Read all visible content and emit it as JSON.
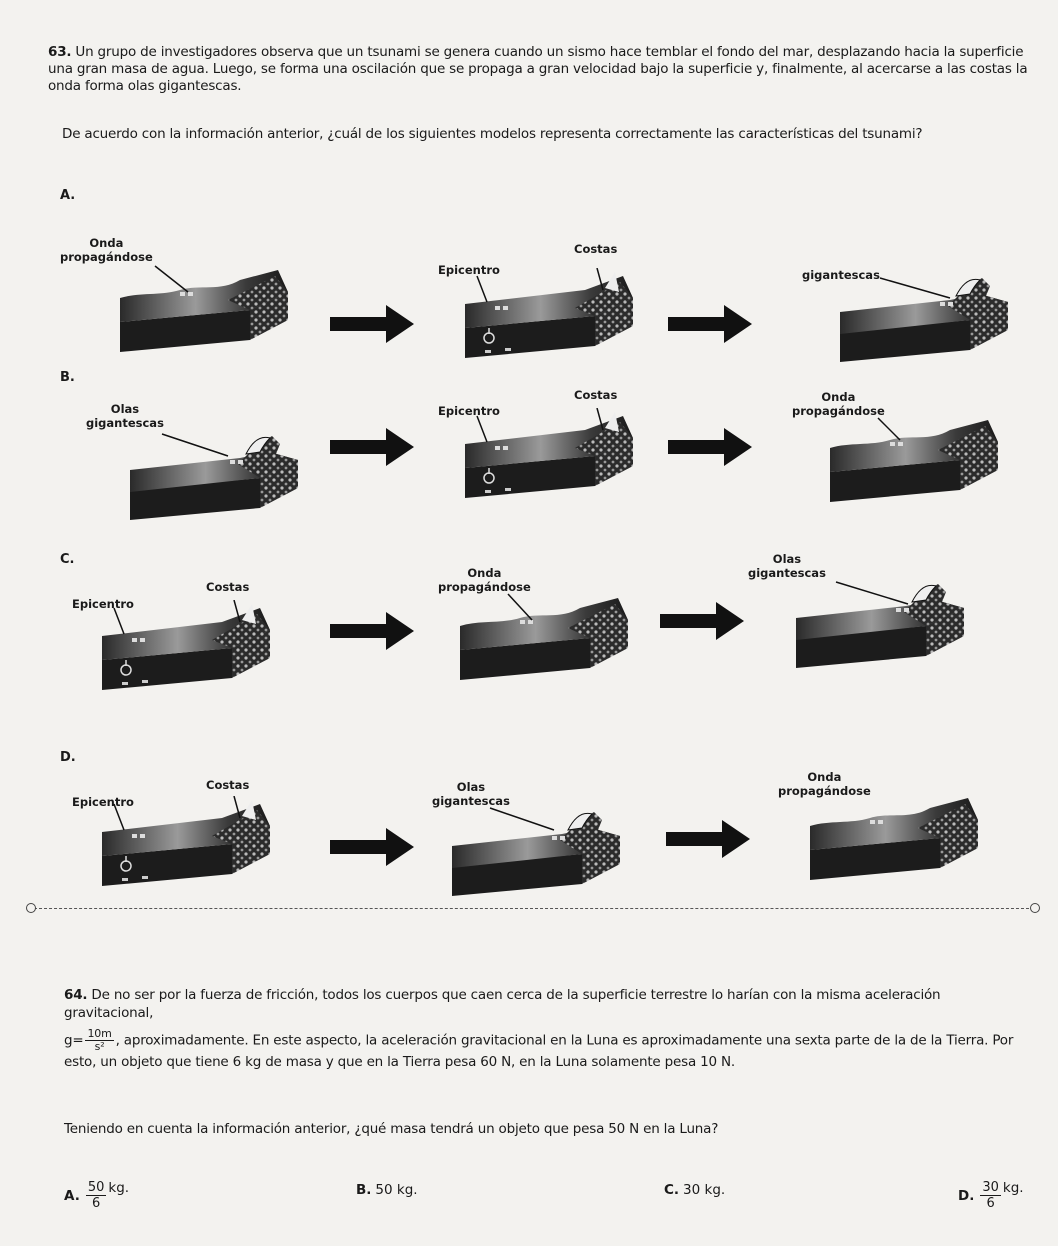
{
  "q63": {
    "number": "63.",
    "text": "Un grupo de investigadores observa que un tsunami se genera cuando un sismo hace temblar el fondo del mar, desplazando hacia la superficie una gran masa de agua. Luego, se forma una oscilación que se propaga a gran velocidad bajo la superficie y, finalmente, al acercarse a las costas la onda forma olas gigantescas.",
    "question": "De acuerdo con la información anterior, ¿cuál de los siguientes modelos representa correctamente las características del tsunami?",
    "options": {
      "A": {
        "letter": "A.",
        "p1_label_line1": "Onda",
        "p1_label_line2": "propagándose",
        "p2_epicentro": "Epicentro",
        "p2_costas": "Costas",
        "p3_label": "gigantescas"
      },
      "B": {
        "letter": "B.",
        "p1_label_line1": "Olas",
        "p1_label_line2": "gigantescas",
        "p2_epicentro": "Epicentro",
        "p2_costas": "Costas",
        "p3_label_line1": "Onda",
        "p3_label_line2": "propagándose"
      },
      "C": {
        "letter": "C.",
        "p1_epicentro": "Epicentro",
        "p1_costas": "Costas",
        "p2_label_line1": "Onda",
        "p2_label_line2": "propagándose",
        "p3_label_line1": "Olas",
        "p3_label_line2": "gigantescas"
      },
      "D": {
        "letter": "D.",
        "p1_epicentro": "Epicentro",
        "p1_costas": "Costas",
        "p2_label_line1": "Olas",
        "p2_label_line2": "gigantescas",
        "p3_label_line1": "Onda",
        "p3_label_line2": "propagándose"
      }
    }
  },
  "q64": {
    "number": "64.",
    "text_part1": "De no ser por la fuerza de fricción, todos los cuerpos que caen cerca de la superficie terrestre lo harían con la misma aceleración gravitacional,",
    "g_prefix": "g=",
    "g_num": "10m",
    "g_den": "s²",
    "text_part2": ", aproximadamente. En este aspecto, la aceleración gravitacional en la Luna es aproximadamente una sexta parte de la de la Tierra. Por esto, un objeto que tiene 6 kg de masa y que en la Tierra pesa 60 N, en la Luna solamente pesa 10 N.",
    "question": "Teniendo en cuenta la información anterior, ¿qué masa tendrá un objeto que pesa 50 N en la Luna?",
    "answers": {
      "A": {
        "letter": "A.",
        "num": "50",
        "den": "6",
        "unit": "kg."
      },
      "B": {
        "letter": "B.",
        "text": "50 kg."
      },
      "C": {
        "letter": "C.",
        "text": "30 kg."
      },
      "D": {
        "letter": "D.",
        "num": "30",
        "den": "6",
        "unit": "kg."
      }
    }
  }
}
